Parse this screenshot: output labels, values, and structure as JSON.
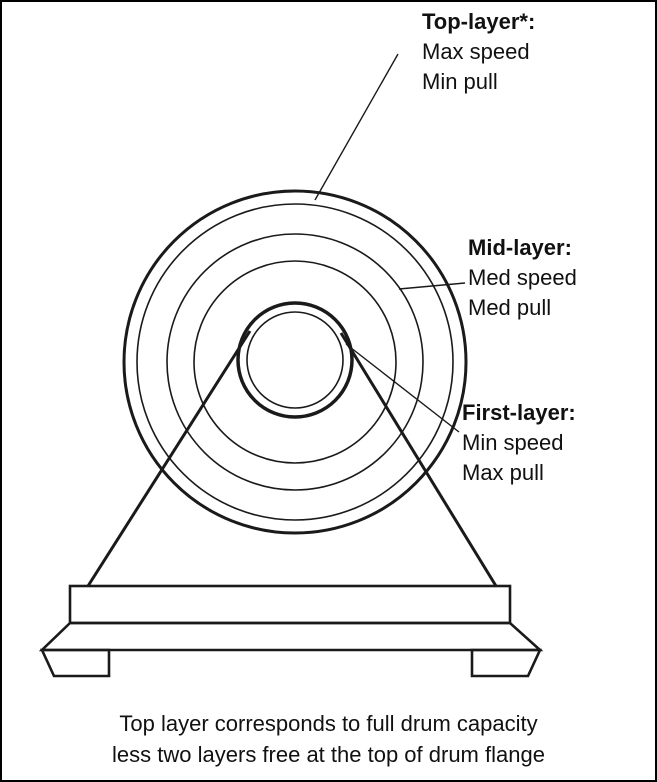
{
  "diagram": {
    "title_labels": {
      "top_layer": {
        "heading": "Top-layer*:",
        "line1": "Max speed",
        "line2": "Min pull"
      },
      "mid_layer": {
        "heading": "Mid-layer:",
        "line1": "Med speed",
        "line2": "Med pull"
      },
      "first_layer": {
        "heading": "First-layer:",
        "line1": "Min speed",
        "line2": "Max pull"
      }
    },
    "footnote": {
      "line1": "Top layer corresponds to full drum capacity",
      "line2": "less two layers free at the top of drum flange"
    },
    "colors": {
      "stroke": "#1a1a1a",
      "background": "#ffffff"
    }
  }
}
